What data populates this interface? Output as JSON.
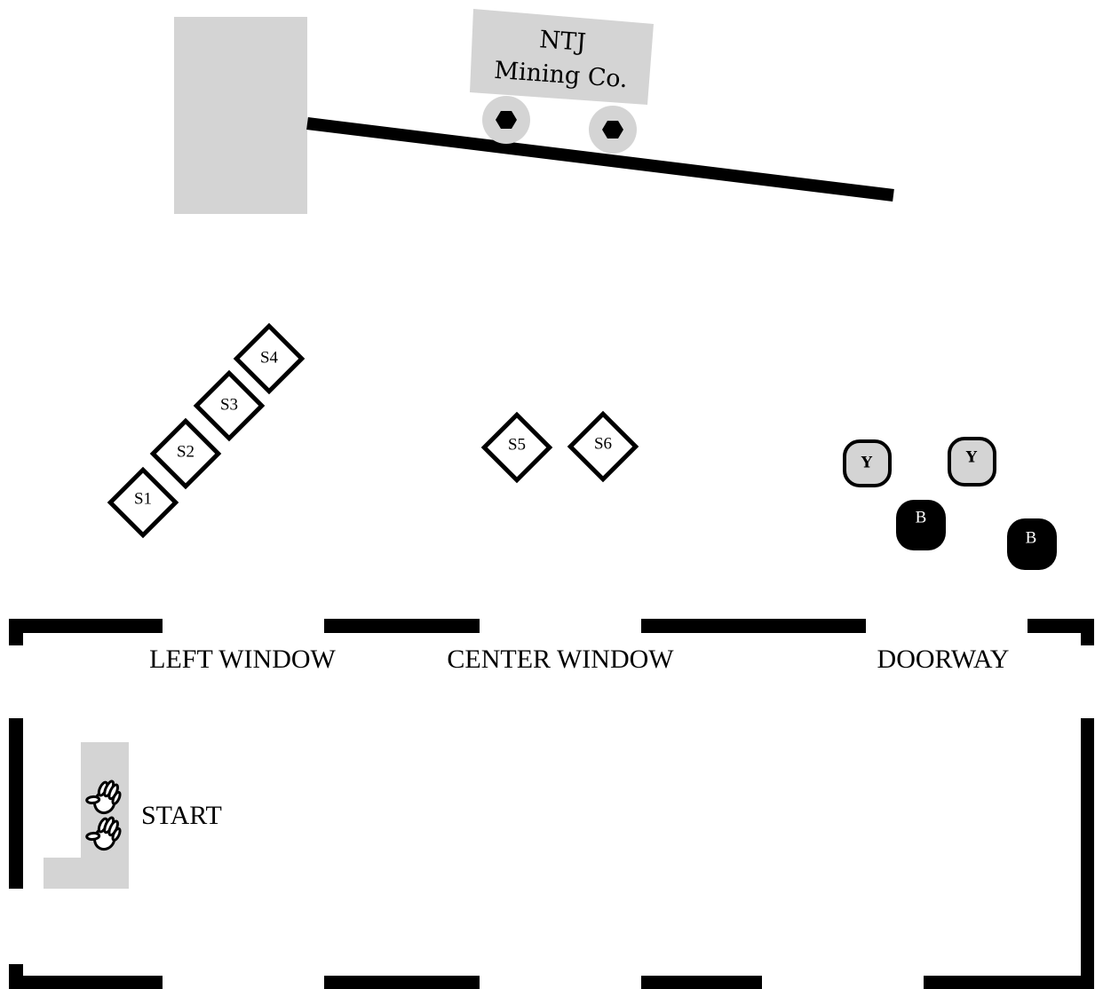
{
  "cart": {
    "line1": "NTJ",
    "line2": "Mining Co."
  },
  "steel_targets": [
    "S1",
    "S2",
    "S3",
    "S4",
    "S5",
    "S6"
  ],
  "barrels": {
    "yellow": [
      "Y",
      "Y"
    ],
    "black": [
      "B",
      "B"
    ]
  },
  "openings": {
    "left_window": "LEFT WINDOW",
    "center_window": "CENTER WINDOW",
    "doorway": "DOORWAY"
  },
  "start": {
    "label": "START",
    "icon": "hands-icon"
  },
  "colors": {
    "wall": "#000000",
    "prop_grey": "#d4d4d4",
    "background": "#ffffff"
  }
}
